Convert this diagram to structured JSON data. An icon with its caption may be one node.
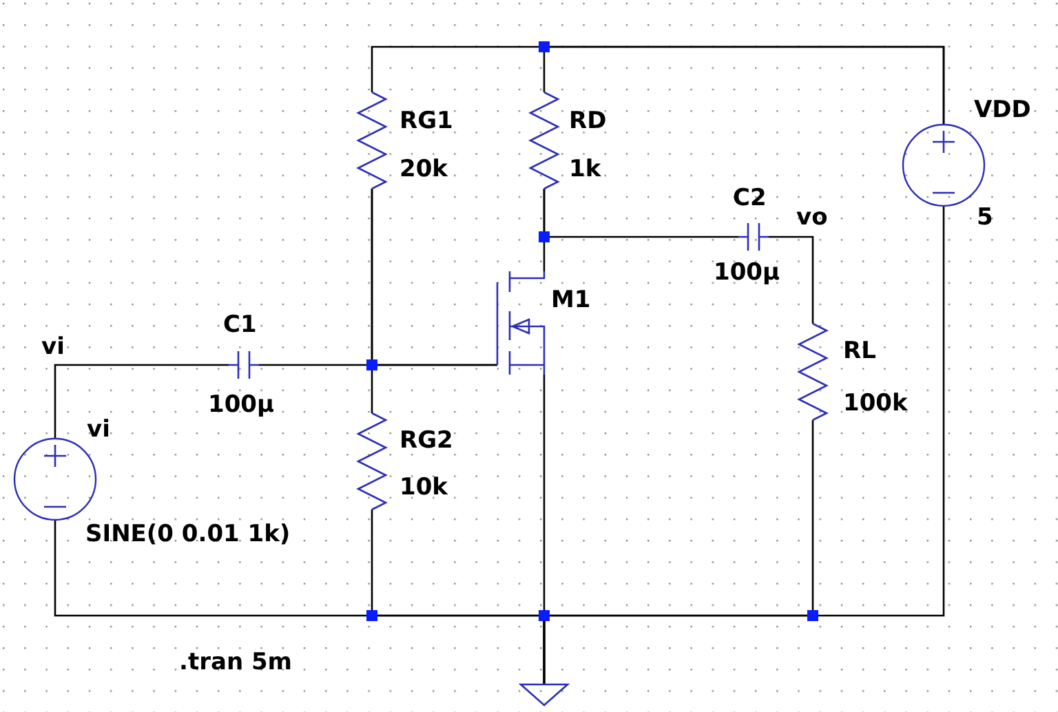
{
  "diagram": {
    "nodes": [
      {
        "text": [],
        "shape": "resistor",
        "beside": [
          "RG1",
          "20k"
        ]
      },
      {
        "text": [],
        "shape": "resistor",
        "beside": [
          "RD",
          "1k"
        ]
      },
      {
        "text": [],
        "shape": "circle",
        "beside": [
          "VDD",
          "5"
        ]
      },
      {
        "text": [],
        "shape": "capacitor",
        "beside": [
          "C2",
          "100µ"
        ]
      },
      {
        "text": [],
        "shape": "transistor",
        "beside": [
          "M1"
        ]
      },
      {
        "text": [],
        "shape": "capacitor",
        "beside": [
          "C1",
          "100µ"
        ]
      },
      {
        "text": [],
        "shape": "resistor",
        "beside": [
          "RL",
          "100k"
        ]
      },
      {
        "text": [],
        "shape": "circle",
        "beside": [
          "vi",
          "SINE(0 0.01 1k)"
        ]
      },
      {
        "text": [],
        "shape": "resistor",
        "beside": [
          "RG2",
          "10k"
        ]
      },
      {
        "text": [],
        "shape": "ground"
      }
    ],
    "edges": [
      {
        "from": 2,
        "to": 0,
        "arrow": "none"
      },
      {
        "from": 2,
        "to": 1,
        "arrow": "none"
      },
      {
        "from": 1,
        "to": 4,
        "arrow": "none"
      },
      {
        "from": 1,
        "to": 3,
        "arrow": "none"
      },
      {
        "from": 3,
        "to": 6,
        "arrow": "none"
      },
      {
        "from": 5,
        "to": 4,
        "arrow": "none"
      },
      {
        "from": 0,
        "to": 8,
        "arrow": "none"
      },
      {
        "from": 0,
        "to": 4,
        "arrow": "none"
      },
      {
        "from": 7,
        "to": 5,
        "arrow": "none"
      },
      {
        "from": 7,
        "to": 9,
        "arrow": "none"
      },
      {
        "from": 8,
        "to": 9,
        "arrow": "none"
      },
      {
        "from": 4,
        "to": 9,
        "arrow": "none"
      },
      {
        "from": 6,
        "to": 9,
        "arrow": "none"
      },
      {
        "from": 2,
        "to": 9,
        "arrow": "none"
      }
    ],
    "labels": [
      "vo",
      "vi",
      ".tran 5m"
    ]
  }
}
